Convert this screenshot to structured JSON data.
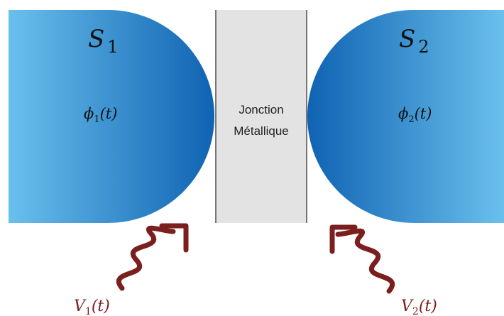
{
  "superconductors": {
    "left": {
      "name_script": "S",
      "name_index": "1",
      "phase_symbol": "ϕ",
      "phase_index": "1",
      "phase_arg": "(t)"
    },
    "right": {
      "name_script": "S",
      "name_index": "2",
      "phase_symbol": "ϕ",
      "phase_index": "2",
      "phase_arg": "(t)"
    }
  },
  "junction": {
    "line1": "Jonction",
    "line2": "Métallique"
  },
  "drives": {
    "left": {
      "symbol": "V",
      "index": "1",
      "arg": "(t)"
    },
    "right": {
      "symbol": "V",
      "index": "2",
      "arg": "(t)"
    }
  },
  "colors": {
    "superconductor_light": "#5ab4e6",
    "superconductor_dark": "#1068b8",
    "junction_fill": "#e3e3e3",
    "junction_border": "#777777",
    "drive_arrow": "#7a1e1e"
  }
}
